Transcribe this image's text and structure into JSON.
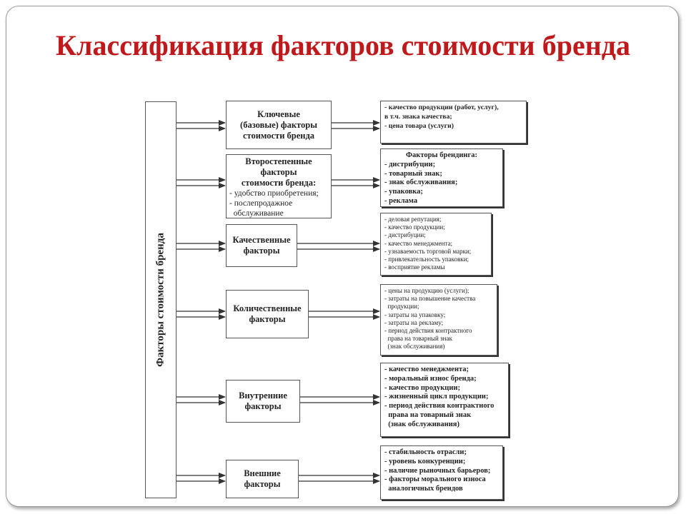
{
  "title": "Классификация факторов стоимости бренда",
  "spine_label": "Факторы стоимости бренда",
  "categories": [
    {
      "lines": [
        "Ключевые",
        "(базовые) факторы",
        "стоимости бренда"
      ],
      "details": [
        "- качество продукции (работ, услуг),",
        "  в т.ч. знака качества;",
        "- цена товара (услуги)"
      ]
    },
    {
      "lines": [
        "Второстепенные",
        "факторы",
        "стоимости бренда:"
      ],
      "sub": [
        "- удобство приобретения;",
        "- послепродажное",
        "  обслуживание"
      ],
      "details_header": "Факторы брендинга:",
      "details": [
        "- дистрибуции;",
        "- товарный знак;",
        "- знак обслуживания;",
        "- упаковка;",
        "- реклама"
      ]
    },
    {
      "lines": [
        "Качественные",
        "факторы"
      ],
      "details": [
        "- деловая репутация;",
        "- качество продукции;",
        "- дистрибуции;",
        "- качество менеджмента;",
        "- узнаваемость торговой марки;",
        "- привлекательность упаковки;",
        "- восприятие рекламы"
      ]
    },
    {
      "lines": [
        "Количественные",
        "факторы"
      ],
      "details": [
        "- цены на продукцию (услуги);",
        "- затраты на повышение качества",
        "  продукции;",
        "- затраты на упаковку;",
        "- затраты на рекламу;",
        "- период действия контрактного",
        "  права на товарный знак",
        "  (знак обслуживания)"
      ]
    },
    {
      "lines": [
        "Внутренние",
        "факторы"
      ],
      "details": [
        "- качество менеджмента;",
        "- моральный износ бренда;",
        "- качество продукции;",
        "- жизненный цикл продукции;",
        "- период действия контрактного",
        "  права на товарный знак",
        "  (знак обслуживания)"
      ]
    },
    {
      "lines": [
        "Внешние",
        "факторы"
      ],
      "details": [
        "- стабильность отрасли;",
        "- уровень конкуренции;",
        "- наличие рыночных барьеров;",
        "- факторы морального износа",
        "  аналогичных брендов"
      ]
    }
  ]
}
